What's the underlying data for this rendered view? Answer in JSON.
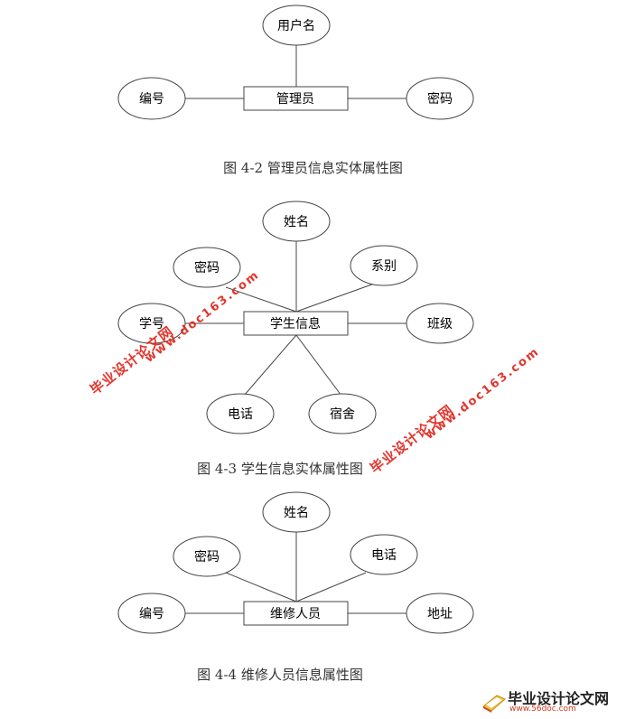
{
  "diagrams": [
    {
      "entity": "管理员",
      "attributes": [
        "用户名",
        "编号",
        "密码"
      ],
      "caption": "图 4-2 管理员信息实体属性图"
    },
    {
      "entity": "学生信息",
      "attributes": [
        "姓名",
        "密码",
        "系别",
        "学号",
        "班级",
        "电话",
        "宿舍"
      ],
      "caption": "图 4-3 学生信息实体属性图"
    },
    {
      "entity": "维修人员",
      "attributes": [
        "姓名",
        "密码",
        "电话",
        "编号",
        "地址"
      ],
      "caption": "图 4-4 维修人员信息属性图"
    }
  ],
  "watermarks": {
    "site_name": "毕业设计论文网",
    "url": "www.doc163.com"
  },
  "logo": {
    "text": "毕业设计论文网",
    "url": "www.56doc.com"
  },
  "colors": {
    "stroke": "#444444",
    "entity_fill": "#ffffff",
    "attr_fill": "#ffffff",
    "watermark": "#e0261d"
  }
}
